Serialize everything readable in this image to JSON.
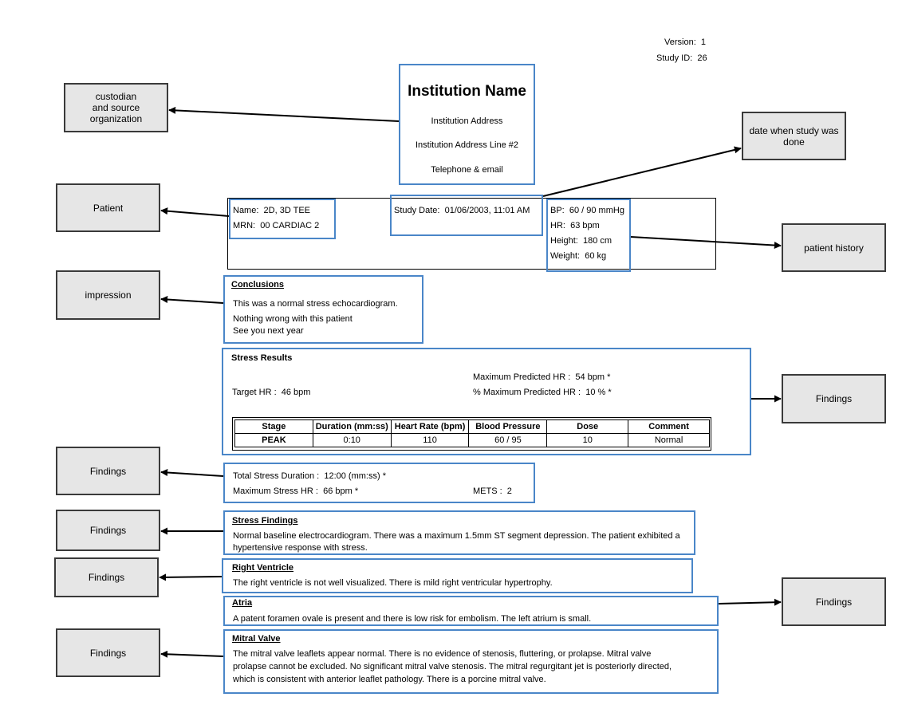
{
  "version": {
    "label": "Version:",
    "value": "1"
  },
  "study_id": {
    "label": "Study ID:",
    "value": "26"
  },
  "institution": {
    "name": "Institution Name",
    "address": "Institution Address",
    "address2": "Institution Address Line #2",
    "contact": "Telephone & email"
  },
  "patient": {
    "name_label": "Name:",
    "name": "2D, 3D TEE",
    "mrn_label": "MRN:",
    "mrn": "00 CARDIAC 2",
    "study_date_label": "Study Date:",
    "study_date": "01/06/2003, 11:01 AM",
    "bp_label": "BP:",
    "bp": "60 / 90 mmHg",
    "hr_label": "HR:",
    "hr": "63 bpm",
    "height_label": "Height:",
    "height": "180 cm",
    "weight_label": "Weight:",
    "weight": "60 kg"
  },
  "conclusions": {
    "title": "Conclusions",
    "line1": "This was a normal stress echocardiogram.",
    "line2": "Nothing wrong with this patient",
    "line3": "See you next year"
  },
  "stress_results": {
    "title": "Stress Results",
    "max_pred_hr_label": "Maximum Predicted HR :",
    "max_pred_hr": "54 bpm *",
    "pct_max_pred_hr_label": "% Maximum Predicted HR :",
    "pct_max_pred_hr": "10 % *",
    "target_hr_label": "Target HR :",
    "target_hr": "46 bpm",
    "table": {
      "headers": [
        "Stage",
        "Duration (mm:ss)",
        "Heart Rate (bpm)",
        "Blood Pressure",
        "Dose",
        "Comment"
      ],
      "rows": [
        [
          "PEAK",
          "0:10",
          "110",
          "60 / 95",
          "10",
          "Normal"
        ]
      ]
    }
  },
  "stress_summary": {
    "duration_label": "Total Stress Duration :",
    "duration": "12:00 (mm:ss) *",
    "max_hr_label": "Maximum Stress HR :",
    "max_hr": "66 bpm *",
    "mets_label": "METS :",
    "mets": "2"
  },
  "stress_findings": {
    "title": "Stress Findings",
    "line1": "Normal baseline electrocardiogram. There was a maximum 1.5mm ST segment depression. The patient exhibited a",
    "line2": "hypertensive response with stress."
  },
  "right_ventricle": {
    "title": "Right Ventricle",
    "text": "The right ventricle is not well visualized. There is mild right ventricular hypertrophy."
  },
  "atria": {
    "title": "Atria",
    "text": "A patent foramen ovale is present and there is low risk for embolism. The left atrium is small."
  },
  "mitral_valve": {
    "title": "Mitral Valve",
    "line1": "The mitral valve leaflets appear normal. There is no evidence of stenosis, fluttering, or prolapse. Mitral valve",
    "line2": "prolapse cannot be excluded. No significant mitral valve stenosis. The mitral regurgitant jet is posteriorly directed,",
    "line3": "which is consistent with anterior leaflet pathology. There is a porcine mitral valve."
  },
  "callouts": {
    "custodian": "custodian\nand  source\norganization",
    "patient": "Patient",
    "impression": "impression",
    "date": "date when study was\ndone",
    "history": "patient history",
    "findings": "Findings"
  },
  "colors": {
    "callout_fill": "#e6e6e6",
    "highlight_border": "#4a86c8"
  }
}
